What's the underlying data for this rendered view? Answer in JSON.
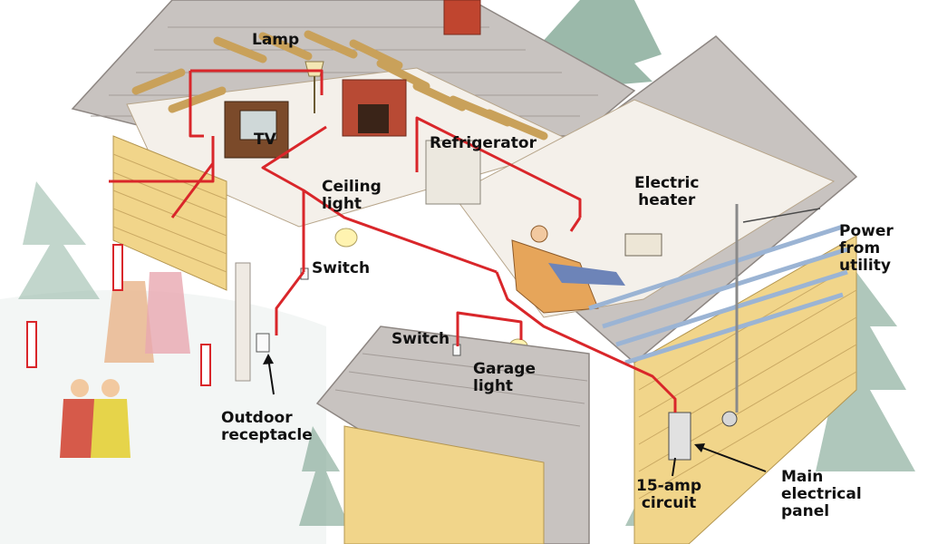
{
  "labels": {
    "lamp": "Lamp",
    "tv": "TV",
    "refrigerator": "Refrigerator",
    "ceiling_light": [
      "Ceiling",
      "light"
    ],
    "electric_heater": [
      "Electric",
      "heater"
    ],
    "power_from_utility": [
      "Power",
      "from",
      "utility"
    ],
    "switch_upper": "Switch",
    "switch_lower": "Switch",
    "garage_light": [
      "Garage",
      "light"
    ],
    "outdoor_receptacle": [
      "Outdoor",
      "receptacle"
    ],
    "circuit": [
      "15-amp",
      "circuit"
    ],
    "main_panel": [
      "Main",
      "electrical",
      "panel"
    ]
  },
  "colors": {
    "circuit_wire": "#d9262a",
    "roof": "#c8c3c0",
    "siding": "#f1d58a",
    "floor": "#f4f0ea",
    "snow_tree": "#6f9a87"
  }
}
